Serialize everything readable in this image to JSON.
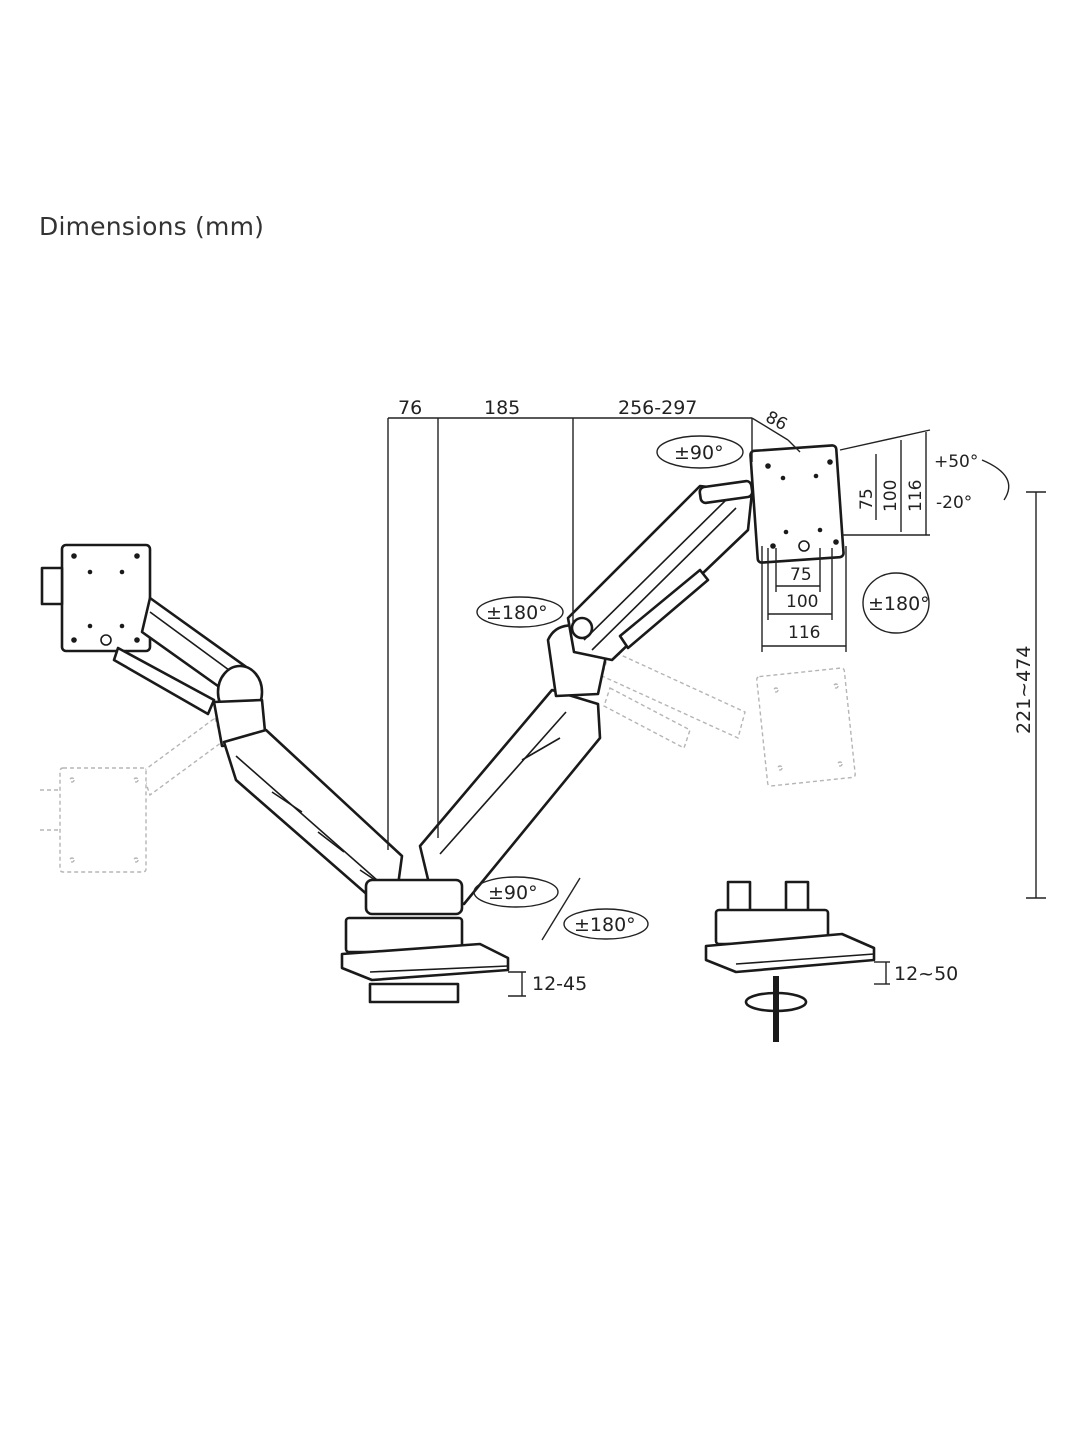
{
  "heading": "Dimensions (mm)",
  "dimensions": {
    "top_76": "76",
    "top_185": "185",
    "top_256_297": "256-297",
    "depth_86": "86",
    "vesa_v_75": "75",
    "vesa_v_100": "100",
    "vesa_v_116": "116",
    "vesa_h_75": "75",
    "vesa_h_100": "100",
    "vesa_h_116": "116",
    "height_range": "221~474",
    "clamp_range": "12-45",
    "grommet_range": "12~50"
  },
  "rotations": {
    "swivel_head": "±90°",
    "tilt_up": "+50°",
    "tilt_down": "-20°",
    "rotate_head": "±180°",
    "arm_swivel": "±180°",
    "base_swivel_90": "±90°",
    "base_swivel_180": "±180°"
  }
}
